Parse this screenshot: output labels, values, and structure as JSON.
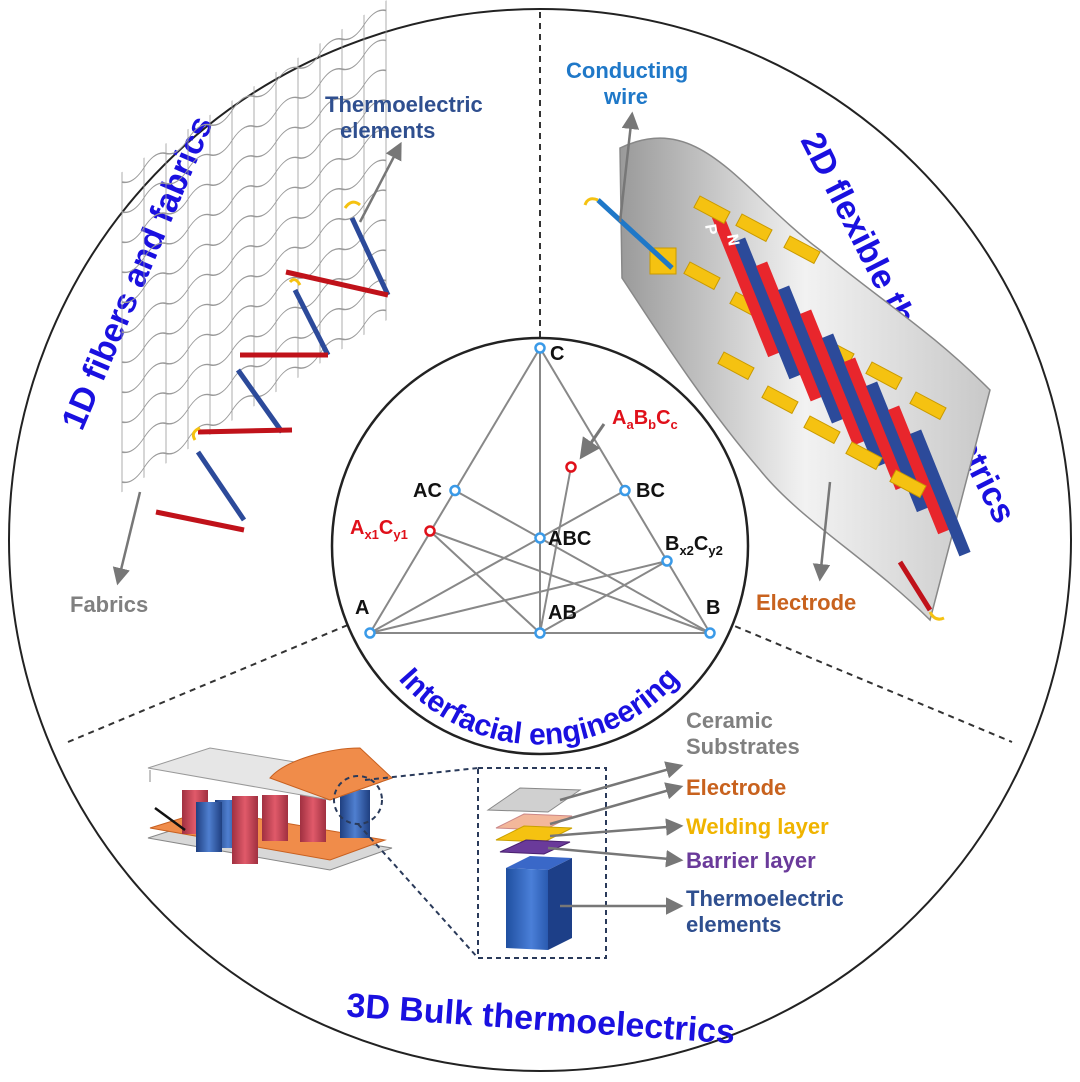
{
  "sections": {
    "one_d": {
      "title": "1D fibers and fabrics",
      "thermo_label_1": "Thermoelectric",
      "thermo_label_2": "elements",
      "fabrics_label": "Fabrics"
    },
    "two_d": {
      "title": "2D flexible thermoelectrics",
      "wire_label_1": "Conducting",
      "wire_label_2": "wire",
      "electrode_label": "Electrode",
      "p_letter": "P",
      "n_letter": "N"
    },
    "three_d": {
      "title": "3D Bulk thermoelectrics",
      "layers": [
        {
          "line1": "Ceramic",
          "line2": "Substrates",
          "color": "#808080"
        },
        {
          "line1": "Electrode",
          "line2": "",
          "color": "#c8621e"
        },
        {
          "line1": "Welding layer",
          "line2": "",
          "color": "#f0b400"
        },
        {
          "line1": "Barrier layer",
          "line2": "",
          "color": "#6a3a9a"
        },
        {
          "line1": "Thermoelectric",
          "line2": "elements",
          "color": "#2f4f8f"
        }
      ]
    }
  },
  "center": {
    "title": "Interfacial engineering",
    "vertices": {
      "A": "A",
      "B": "B",
      "C": "C",
      "AB": "AB",
      "AC": "AC",
      "BC": "BC",
      "ABC": "ABC"
    },
    "red_top": {
      "p1": "A",
      "s1": "a",
      "p2": "B",
      "s2": "b",
      "p3": "C",
      "s3": "c"
    },
    "red_left": {
      "p1": "A",
      "s1": "x1",
      "p2": "C",
      "s2": "y1"
    },
    "black_right": {
      "p1": "B",
      "s1": "x2",
      "p2": "C",
      "s2": "y2"
    }
  },
  "colors": {
    "title_blue": "#1a10e0",
    "p_type": "#e8262c",
    "n_type": "#2c4a9a",
    "electrode": "#f5c211",
    "node": "#3a9ae8"
  }
}
